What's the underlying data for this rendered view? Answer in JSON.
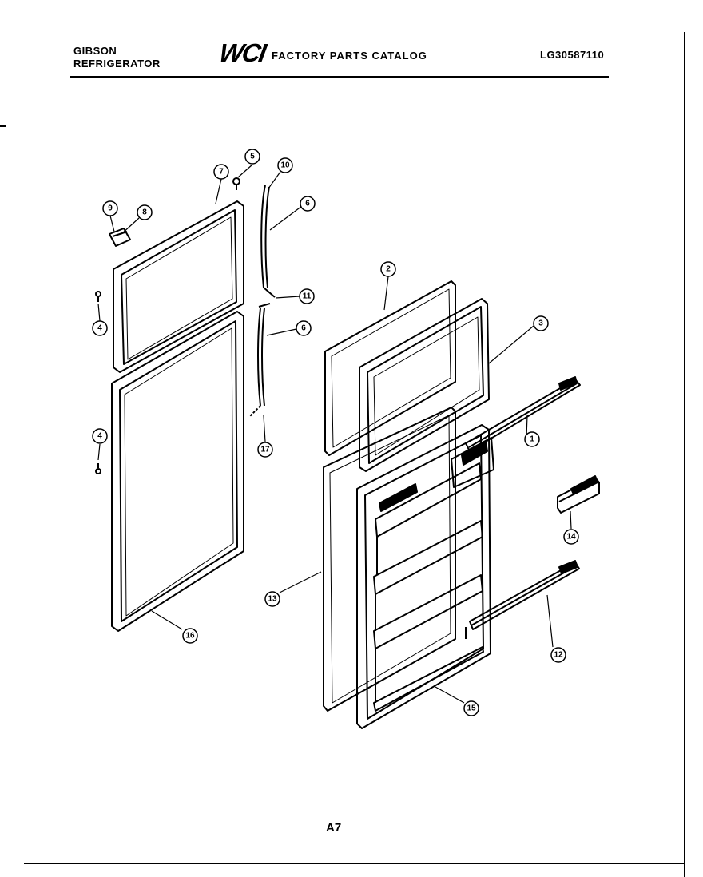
{
  "header": {
    "brand_line1": "GIBSON",
    "brand_line2": "REFRIGERATOR",
    "logo": "WCI",
    "catalog_title": "FACTORY PARTS CATALOG",
    "model_number": "LG30587110"
  },
  "callouts": {
    "c1": "1",
    "c2": "2",
    "c3": "3",
    "c4a": "4",
    "c4b": "4",
    "c5": "5",
    "c6a": "6",
    "c6b": "6",
    "c7": "7",
    "c8": "8",
    "c9": "9",
    "c10": "10",
    "c11": "11",
    "c12": "12",
    "c13": "13",
    "c14": "14",
    "c15": "15",
    "c16": "16",
    "c17": "17"
  },
  "footer": {
    "page_code": "A7"
  }
}
